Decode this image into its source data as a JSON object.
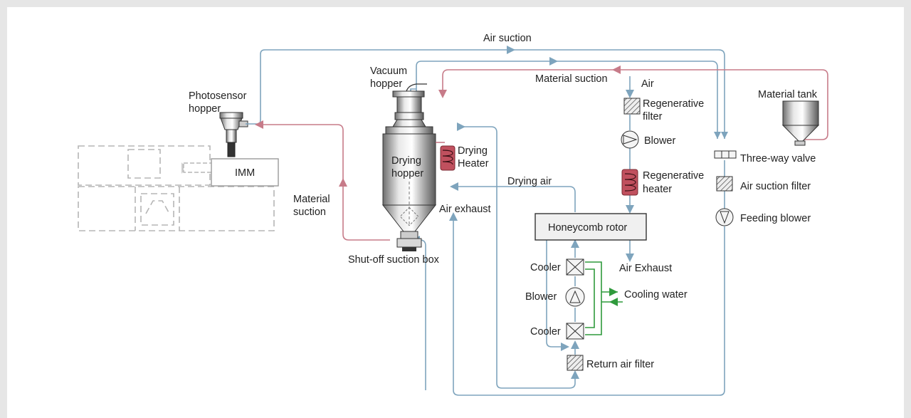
{
  "labels": {
    "air_suction": "Air suction",
    "vacuum_hopper": [
      "Vacuum",
      "hopper"
    ],
    "material_suction_top": "Material suction",
    "air": "Air",
    "photosensor_hopper": [
      "Photosensor",
      "hopper"
    ],
    "material_tank": "Material tank",
    "regenerative_filter": [
      "Regenerative",
      "filter"
    ],
    "blower_top": "Blower",
    "drying_hopper": [
      "Drying",
      "hopper"
    ],
    "drying_heater": [
      "Drying",
      "Heater"
    ],
    "three_way_valve": "Three-way valve",
    "imm": "IMM",
    "regenerative_heater": [
      "Regenerative",
      "heater"
    ],
    "drying_air": "Drying air",
    "air_suction_filter": "Air suction filter",
    "material_suction_left": [
      "Material",
      "suction"
    ],
    "air_exhaust_left": "Air exhaust",
    "feeding_blower": "Feeding blower",
    "honeycomb_rotor": "Honeycomb rotor",
    "shutoff_suction_box": "Shut-off suction box",
    "cooler_top": "Cooler",
    "air_exhaust_right": "Air Exhaust",
    "blower_mid": "Blower",
    "cooling_water": "Cooling water",
    "cooler_bottom": "Cooler",
    "return_air_filter": "Return air filter"
  },
  "colors": {
    "air_line": "#7ea4bd",
    "material_line": "#c77b89",
    "water_line": "#2f9a3c",
    "heater": "#c0505e",
    "machine_outline": "#b5b5b5"
  }
}
